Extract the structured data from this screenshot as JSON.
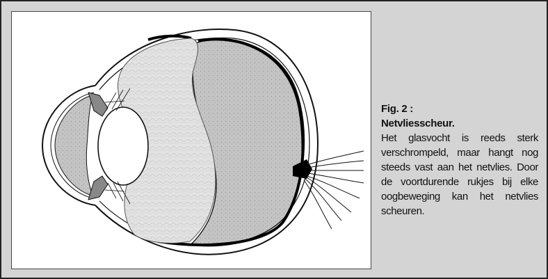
{
  "figure": {
    "label": "Fig. 2 :",
    "title": "Netvliesscheur.",
    "caption": "Het glasvocht is reeds sterk verschrompeld, maar hangt nog steeds vast aan het netvlies. Door de voortdurende rukjes bij elke oogbeweging kan het netvlies scheuren."
  },
  "colors": {
    "frame_background": "#d4d4d4",
    "panel_background": "#ffffff",
    "vitreous_fill": "#dcdcdc",
    "fluid_fill": "#c2c2c2",
    "line": "#111111"
  }
}
